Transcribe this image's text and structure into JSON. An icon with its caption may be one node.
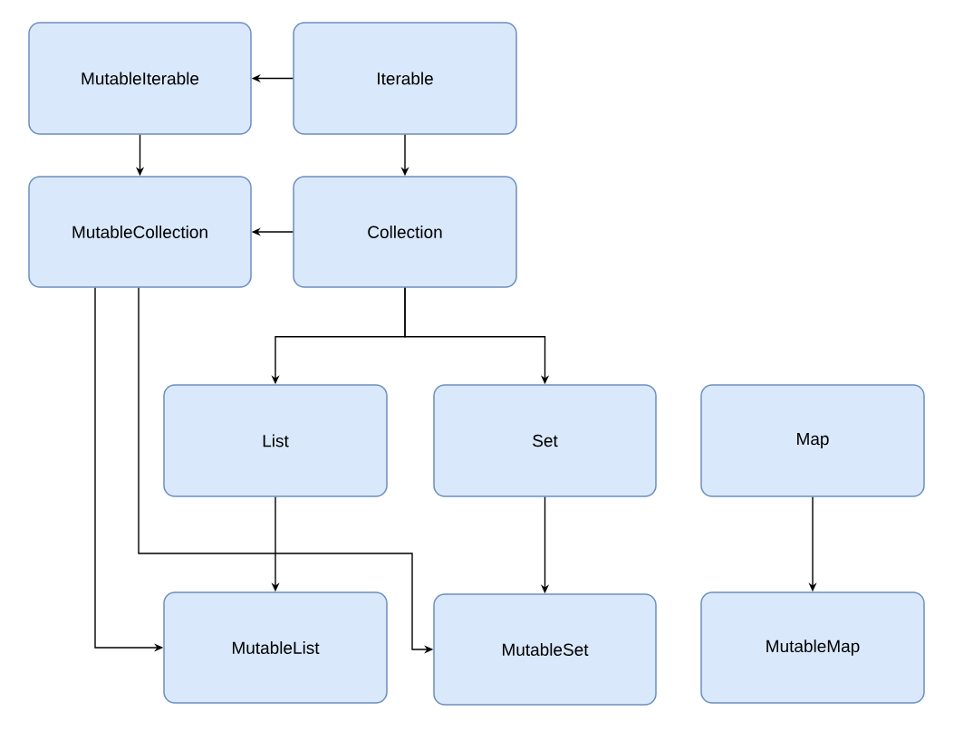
{
  "diagram": {
    "nodes": [
      {
        "text": [
          "MutableIterable"
        ]
      },
      {
        "text": [
          "Iterable"
        ]
      },
      {
        "text": [
          "MutableCollection"
        ]
      },
      {
        "text": [
          "Collection"
        ]
      },
      {
        "text": [
          "List"
        ]
      },
      {
        "text": [
          "Set"
        ]
      },
      {
        "text": [
          "Map"
        ]
      },
      {
        "text": [
          "MutableList"
        ]
      },
      {
        "text": [
          "MutableSet"
        ]
      },
      {
        "text": [
          "MutableMap"
        ]
      }
    ],
    "edges": [
      {
        "from": 1,
        "to": 0,
        "arrow": "to"
      },
      {
        "from": 0,
        "to": 2,
        "arrow": "to"
      },
      {
        "from": 1,
        "to": 3,
        "arrow": "to"
      },
      {
        "from": 3,
        "to": 2,
        "arrow": "to"
      },
      {
        "from": 3,
        "to": 4,
        "arrow": "to"
      },
      {
        "from": 3,
        "to": 5,
        "arrow": "to"
      },
      {
        "from": 2,
        "to": 7,
        "arrow": "to"
      },
      {
        "from": 2,
        "to": 8,
        "arrow": "to"
      },
      {
        "from": 4,
        "to": 7,
        "arrow": "to"
      },
      {
        "from": 5,
        "to": 8,
        "arrow": "to"
      },
      {
        "from": 6,
        "to": 9,
        "arrow": "to"
      }
    ]
  }
}
